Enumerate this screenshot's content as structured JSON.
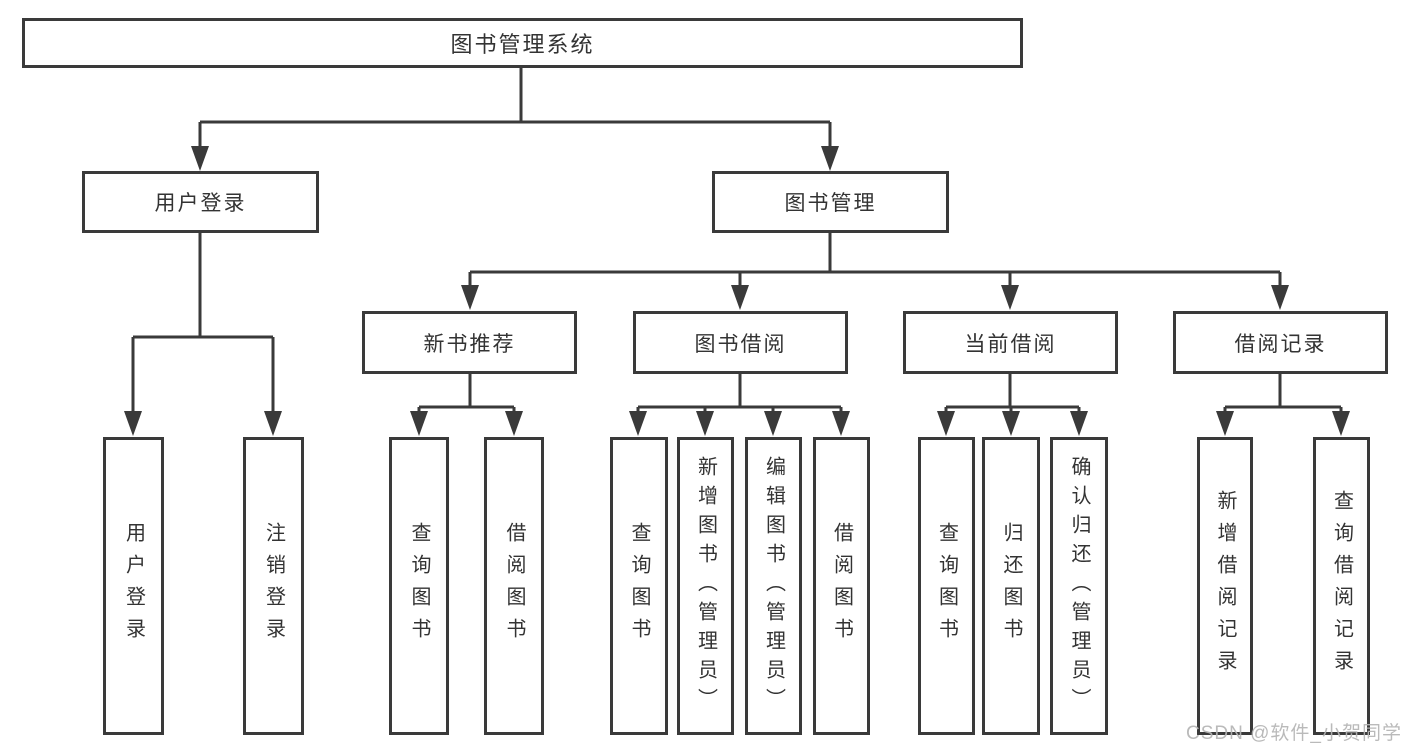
{
  "colors": {
    "line": "#3a3a3a",
    "text": "#333333",
    "box_fill": "#ffffff",
    "watermark": "#b5b5b5"
  },
  "root": {
    "label": "图书管理系统"
  },
  "level2": [
    {
      "label": "用户登录"
    },
    {
      "label": "图书管理"
    }
  ],
  "level3": [
    {
      "label": "新书推荐"
    },
    {
      "label": "图书借阅"
    },
    {
      "label": "当前借阅"
    },
    {
      "label": "借阅记录"
    }
  ],
  "leaves": [
    {
      "label": "用户登录"
    },
    {
      "label": "注销登录"
    },
    {
      "label": "查询图书"
    },
    {
      "label": "借阅图书"
    },
    {
      "label": "查询图书"
    },
    {
      "label": "新增图书（管理员）"
    },
    {
      "label": "编辑图书（管理员）"
    },
    {
      "label": "借阅图书"
    },
    {
      "label": "查询图书"
    },
    {
      "label": "归还图书"
    },
    {
      "label": "确认归还（管理员）"
    },
    {
      "label": "新增借阅记录"
    },
    {
      "label": "查询借阅记录"
    }
  ],
  "watermark": "CSDN @软件_小贺同学"
}
